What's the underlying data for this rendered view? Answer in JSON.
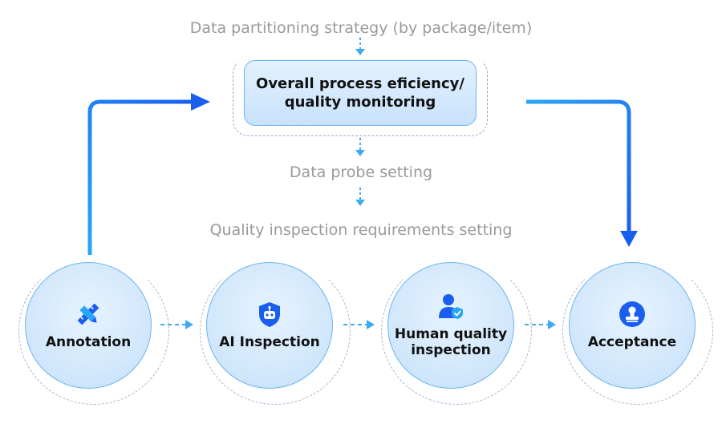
{
  "top_labels": {
    "partition": "Data partitioning strategy (by package/item)",
    "probe": "Data probe setting",
    "requirements": "Quality inspection requirements setting"
  },
  "monitor_box": {
    "line1": "Overall process eficiency/",
    "line2": "quality monitoring"
  },
  "stages": [
    {
      "label": "Annotation",
      "icon": "pencil-ruler-icon"
    },
    {
      "label": "AI Inspection",
      "icon": "robot-shield-icon"
    },
    {
      "label": "Human quality inspection",
      "icon": "person-shield-icon"
    },
    {
      "label": "Acceptance",
      "icon": "stamp-icon"
    }
  ],
  "colors": {
    "accent_blue": "#1a6ef5",
    "light_blue": "#3fa9f5",
    "circle_fill": "#cfe6fb",
    "grey_text": "#9a9a9a"
  }
}
